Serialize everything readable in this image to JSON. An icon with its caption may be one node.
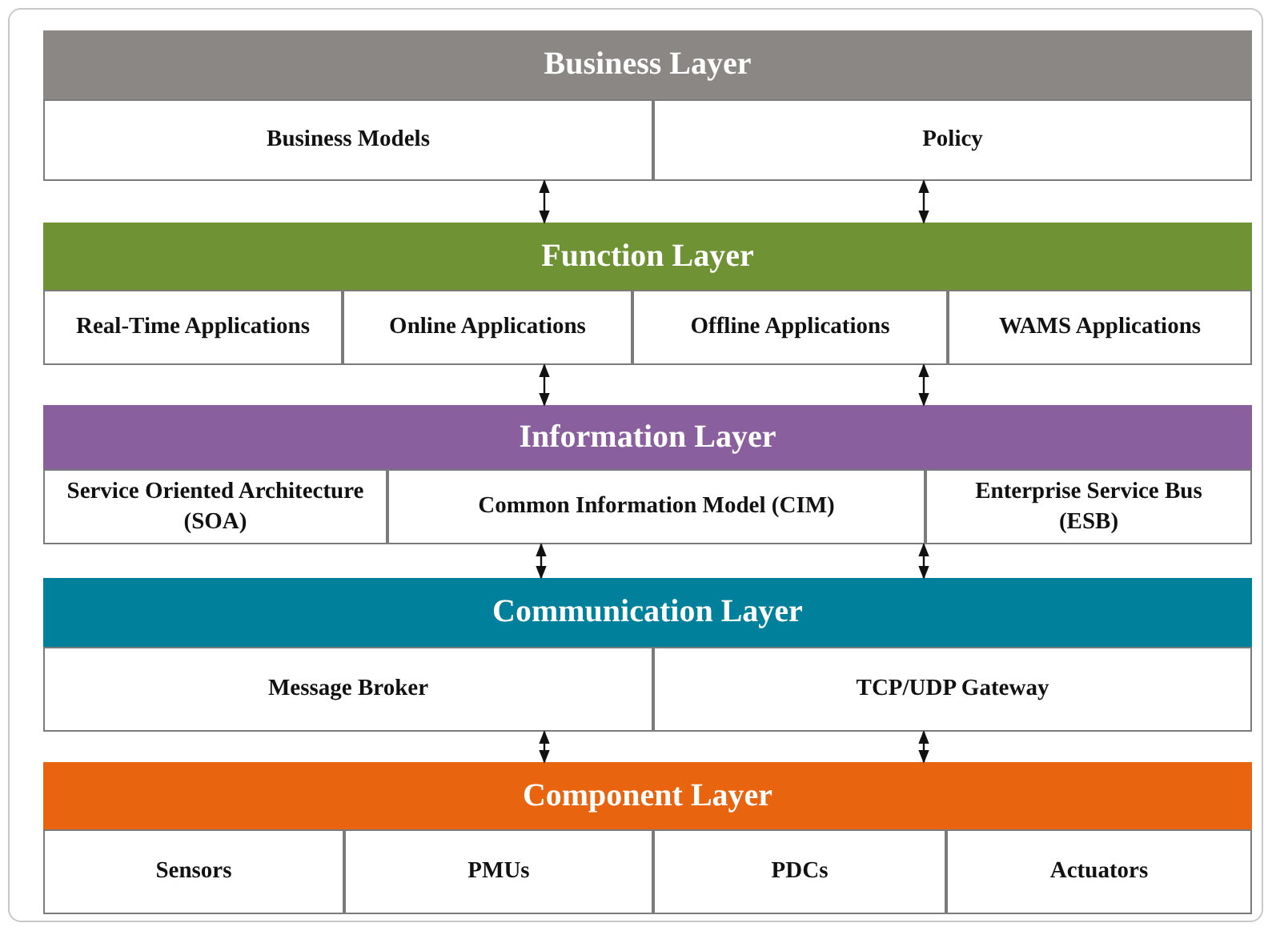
{
  "diagram": {
    "nodes": [
      {
        "text": [
          "Business Layer"
        ]
      },
      {
        "text": [
          "Business Models"
        ]
      },
      {
        "text": [
          "Policy"
        ]
      },
      {
        "text": [
          "Function Layer"
        ]
      },
      {
        "text": [
          "Real-Time Applications"
        ]
      },
      {
        "text": [
          "Online Applications"
        ]
      },
      {
        "text": [
          "Offline Applications"
        ]
      },
      {
        "text": [
          "WAMS Applications"
        ]
      },
      {
        "text": [
          "Information Layer"
        ]
      },
      {
        "text": [
          "Service Oriented Architecture (SOA)"
        ]
      },
      {
        "text": [
          "Common Information Model (CIM)"
        ]
      },
      {
        "text": [
          "Enterprise Service Bus (ESB)"
        ]
      },
      {
        "text": [
          "Communication Layer"
        ]
      },
      {
        "text": [
          "Message Broker"
        ]
      },
      {
        "text": [
          "TCP/UDP Gateway"
        ]
      },
      {
        "text": [
          "Component Layer"
        ]
      },
      {
        "text": [
          "Sensors"
        ]
      },
      {
        "text": [
          "PMUs"
        ]
      },
      {
        "text": [
          "PDCs"
        ]
      },
      {
        "text": [
          "Actuators"
        ]
      }
    ],
    "edges": [
      {
        "from": 1,
        "to": 3,
        "arrow": "both"
      },
      {
        "from": 2,
        "to": 3,
        "arrow": "both"
      },
      {
        "from": 5,
        "to": 8,
        "arrow": "both"
      },
      {
        "from": 6,
        "to": 8,
        "arrow": "both"
      },
      {
        "from": 10,
        "to": 12,
        "arrow": "both"
      },
      {
        "from": 10,
        "to": 12,
        "arrow": "both"
      },
      {
        "from": 13,
        "to": 15,
        "arrow": "both"
      },
      {
        "from": 14,
        "to": 15,
        "arrow": "both"
      }
    ]
  }
}
